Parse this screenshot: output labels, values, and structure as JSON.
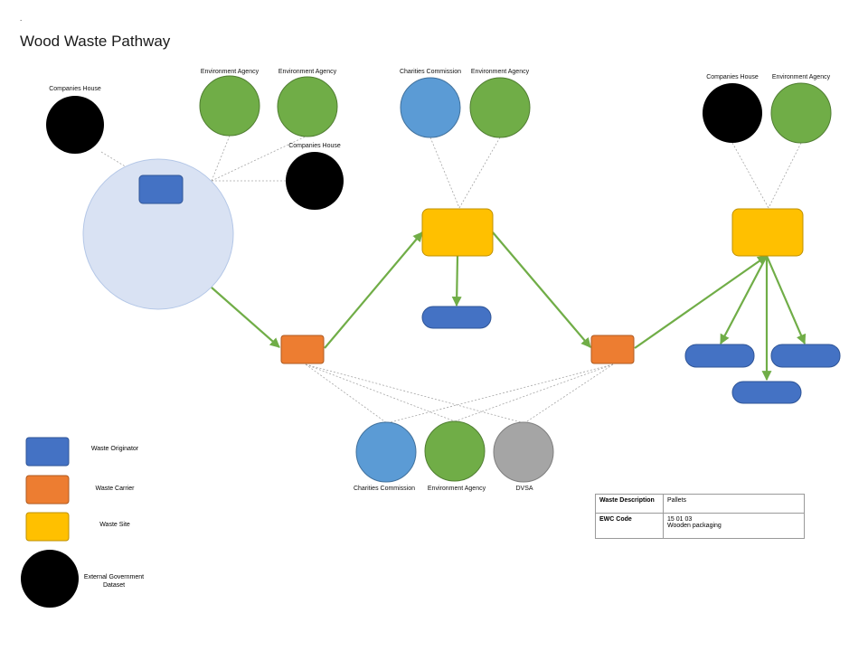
{
  "header": {
    "marker": ".",
    "title": "Wood Waste Pathway"
  },
  "labels": {
    "ch_top_left": "Companies House",
    "ea_top_1": "Environment Agency",
    "ea_top_2": "Environment Agency",
    "ch_top_mid": "Companies House",
    "cc_top": "Charities Commission",
    "ea_top_3": "Environment Agency",
    "ch_top_right": "Companies House",
    "ea_top_right": "Environment Agency",
    "cc_bottom": "Charities Commission",
    "ea_bottom": "Environment Agency",
    "dvsa_bottom": "DVSA"
  },
  "legend": {
    "originator": "Waste Originator",
    "carrier": "Waste Carrier",
    "site": "Waste Site",
    "external": "External Government Dataset"
  },
  "info_table": {
    "desc_label": "Waste Description",
    "desc_value": "Pallets",
    "ewc_label": "EWC Code",
    "ewc_value_1": "15 01 03",
    "ewc_value_2": "Wooden packaging"
  },
  "colors": {
    "originator": "#4472c4",
    "carrier": "#ed7d31",
    "site": "#ffc000",
    "external": "#000000",
    "environment_agency": "#70ad47",
    "charities_commission": "#5b9bd5",
    "dvsa": "#a5a5a5",
    "originator_halo": "#d9e2f3",
    "flow_arrow": "#70ad47",
    "link_line": "#a6a6a6"
  }
}
